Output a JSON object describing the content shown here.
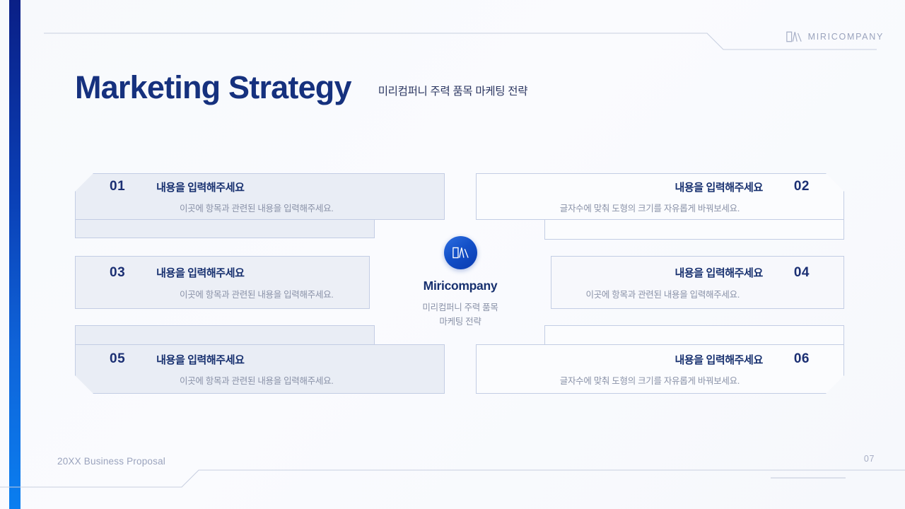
{
  "header": {
    "brand_mark": "miricompany-logo-icon",
    "brand_name": "MIRICOMPANY"
  },
  "title": {
    "main": "Marketing Strategy",
    "sub": "미리컴퍼니 주력 품목 마케팅 전략"
  },
  "center": {
    "logo_icon": "miricompany-logo-icon",
    "brand_name": "Miricompany",
    "caption_line1": "미리컴퍼니 주력 품목",
    "caption_line2": "마케팅 전략"
  },
  "cards": [
    {
      "number": "01",
      "heading": "내용을 입력해주세요",
      "body": "이곳에 항목과 관련된 내용을 입력해주세요.",
      "side": "left"
    },
    {
      "number": "02",
      "heading": "내용을 입력해주세요",
      "body": "글자수에 맞춰 도형의 크기를 자유롭게 바꿔보세요.",
      "side": "right"
    },
    {
      "number": "03",
      "heading": "내용을 입력해주세요",
      "body": "이곳에 항목과 관련된 내용을 입력해주세요.",
      "side": "left"
    },
    {
      "number": "04",
      "heading": "내용을 입력해주세요",
      "body": "이곳에 항목과 관련된 내용을 입력해주세요.",
      "side": "right"
    },
    {
      "number": "05",
      "heading": "내용을 입력해주세요",
      "body": "이곳에 항목과 관련된 내용을 입력해주세요.",
      "side": "left"
    },
    {
      "number": "06",
      "heading": "내용을 입력해주세요",
      "body": "글자수에 맞춰 도형의 크기를 자유롭게 바꿔보세요.",
      "side": "right"
    }
  ],
  "footer": {
    "text": "20XX Business Proposal",
    "page": "07"
  },
  "colors": {
    "accent_dark": "#0a1f86",
    "accent_light": "#0a7ef0",
    "title_navy": "#16317e",
    "card_border": "#c3cde4",
    "muted_gray": "#8a92a8"
  }
}
